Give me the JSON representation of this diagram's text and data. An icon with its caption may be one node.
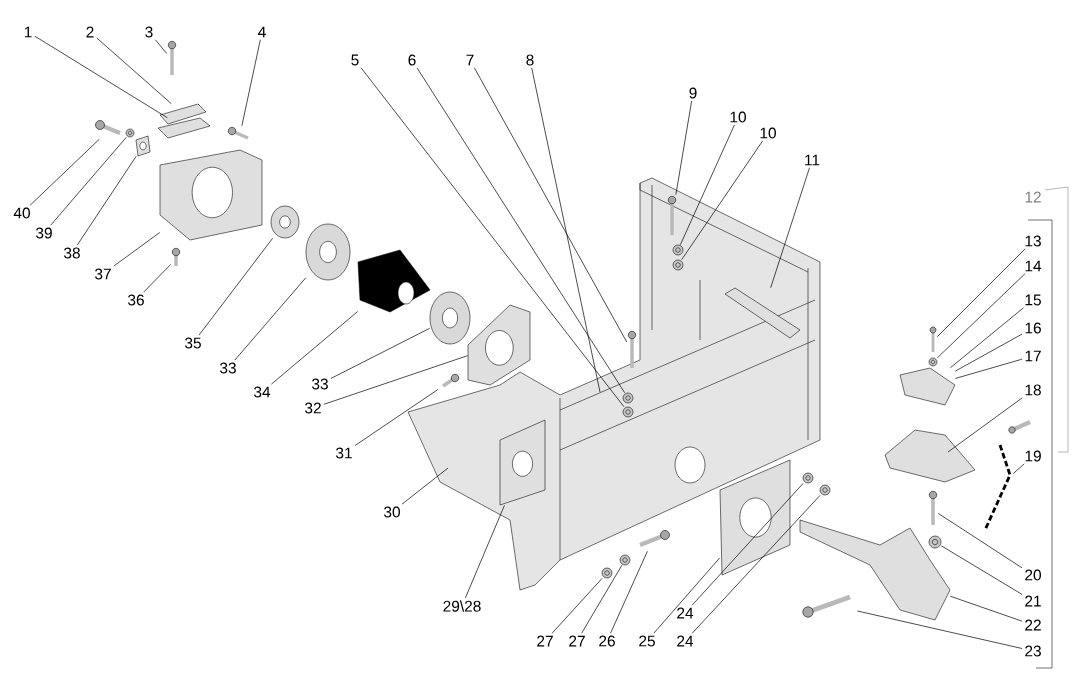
{
  "diagram": {
    "nodes": [
      {
        "text": [
          "1"
        ]
      },
      {
        "text": [
          "2"
        ]
      },
      {
        "text": [
          "3"
        ]
      },
      {
        "text": [
          "4"
        ]
      },
      {
        "text": [
          "5"
        ]
      },
      {
        "text": [
          "6"
        ]
      },
      {
        "text": [
          "7"
        ]
      },
      {
        "text": [
          "8"
        ]
      },
      {
        "text": [
          "9"
        ]
      },
      {
        "text": [
          "10"
        ]
      },
      {
        "text": [
          "10"
        ]
      },
      {
        "text": [
          "11"
        ]
      },
      {
        "text": [
          "13"
        ]
      },
      {
        "text": [
          "14"
        ]
      },
      {
        "text": [
          "15"
        ]
      },
      {
        "text": [
          "16"
        ]
      },
      {
        "text": [
          "17"
        ]
      },
      {
        "text": [
          "18"
        ]
      },
      {
        "text": [
          "19"
        ]
      },
      {
        "text": [
          "20"
        ]
      },
      {
        "text": [
          "21"
        ]
      },
      {
        "text": [
          "22"
        ]
      },
      {
        "text": [
          "23"
        ]
      },
      {
        "text": [
          "24"
        ]
      },
      {
        "text": [
          "24"
        ]
      },
      {
        "text": [
          "25"
        ]
      },
      {
        "text": [
          "26"
        ]
      },
      {
        "text": [
          "27"
        ]
      },
      {
        "text": [
          "27"
        ]
      },
      {
        "text": [
          "29\\28"
        ]
      },
      {
        "text": [
          "30"
        ]
      },
      {
        "text": [
          "31"
        ]
      },
      {
        "text": [
          "32"
        ]
      },
      {
        "text": [
          "33"
        ]
      },
      {
        "text": [
          "34"
        ]
      },
      {
        "text": [
          "33"
        ]
      },
      {
        "text": [
          "35"
        ]
      },
      {
        "text": [
          "36"
        ]
      },
      {
        "text": [
          "37"
        ]
      },
      {
        "text": [
          "38"
        ]
      },
      {
        "text": [
          "39"
        ]
      },
      {
        "text": [
          "40"
        ]
      },
      {
        "text": [],
        "shape": "picture"
      },
      {
        "text": [],
        "shape": "picture"
      },
      {
        "text": [],
        "shape": "picture"
      },
      {
        "text": [],
        "shape": "picture"
      },
      {
        "text": [],
        "shape": "picture",
        "in": 49
      },
      {
        "text": [],
        "shape": "picture",
        "in": 49
      },
      {
        "text": [],
        "shape": "picture",
        "in": 49
      },
      {
        "text": [],
        "shape": "picture"
      },
      {
        "text": [],
        "shape": "picture",
        "in": 49
      },
      {
        "text": [],
        "shape": "picture",
        "in": 49
      },
      {
        "text": [],
        "shape": "picture",
        "in": 49
      },
      {
        "text": [],
        "shape": "picture",
        "in": 49
      },
      {
        "text": [],
        "shape": "picture"
      },
      {
        "text": [],
        "shape": "picture"
      },
      {
        "text": [],
        "shape": "picture"
      },
      {
        "text": [],
        "shape": "picture"
      },
      {
        "text": [],
        "shape": "picture"
      },
      {
        "text": [],
        "shape": "picture"
      },
      {
        "text": [],
        "shape": "picture"
      },
      {
        "text": [],
        "shape": "picture"
      },
      {
        "text": [],
        "shape": "picture"
      },
      {
        "text": [],
        "shape": "picture",
        "in": 49
      },
      {
        "text": [],
        "shape": "picture"
      },
      {
        "text": [],
        "shape": "picture",
        "in": 49
      },
      {
        "text": [],
        "shape": "picture",
        "in": 49
      },
      {
        "text": [],
        "shape": "picture",
        "in": 49
      },
      {
        "text": [],
        "shape": "picture",
        "in": 49
      },
      {
        "text": [],
        "shape": "picture",
        "in": 49
      },
      {
        "text": [],
        "shape": "picture",
        "in": 49
      },
      {
        "text": [],
        "shape": "picture",
        "in": 49
      },
      {
        "text": [],
        "shape": "picture",
        "in": 49
      },
      {
        "text": [],
        "shape": "picture"
      },
      {
        "text": [],
        "shape": "picture"
      },
      {
        "text": [],
        "shape": "picture"
      },
      {
        "text": [],
        "shape": "picture"
      },
      {
        "text": [],
        "shape": "picture"
      },
      {
        "text": [],
        "shape": "picture"
      },
      {
        "text": [],
        "shape": "picture"
      },
      {
        "text": [],
        "shape": "picture"
      }
    ],
    "edges": [
      {
        "from": 0,
        "to": 42,
        "arrow": "none"
      },
      {
        "from": 1,
        "to": 43,
        "arrow": "none"
      },
      {
        "from": 2,
        "to": 44,
        "arrow": "none"
      },
      {
        "from": 3,
        "to": 45,
        "arrow": "none"
      },
      {
        "from": 4,
        "to": 46,
        "arrow": "none"
      },
      {
        "from": 5,
        "to": 47,
        "arrow": "none"
      },
      {
        "from": 6,
        "to": 48,
        "arrow": "none"
      },
      {
        "from": 7,
        "to": 49,
        "arrow": "none"
      },
      {
        "from": 8,
        "to": 50,
        "arrow": "none"
      },
      {
        "from": 9,
        "to": 51,
        "arrow": "none"
      },
      {
        "from": 10,
        "to": 52,
        "arrow": "none"
      },
      {
        "from": 11,
        "to": 53,
        "arrow": "none"
      },
      {
        "from": 12,
        "to": 54,
        "arrow": "none"
      },
      {
        "from": 13,
        "to": 55,
        "arrow": "none"
      },
      {
        "from": 14,
        "to": 56,
        "arrow": "none"
      },
      {
        "from": 15,
        "to": 56,
        "arrow": "none"
      },
      {
        "from": 16,
        "to": 56,
        "arrow": "none"
      },
      {
        "from": 17,
        "to": 57,
        "arrow": "none"
      },
      {
        "from": 18,
        "to": 58,
        "arrow": "none"
      },
      {
        "from": 19,
        "to": 59,
        "arrow": "none"
      },
      {
        "from": 20,
        "to": 60,
        "arrow": "none"
      },
      {
        "from": 21,
        "to": 61,
        "arrow": "none"
      },
      {
        "from": 22,
        "to": 62,
        "arrow": "none"
      },
      {
        "from": 23,
        "to": 63,
        "arrow": "none"
      },
      {
        "from": 24,
        "to": 64,
        "arrow": "none"
      },
      {
        "from": 25,
        "to": 65,
        "arrow": "none"
      },
      {
        "from": 26,
        "to": 66,
        "arrow": "none"
      },
      {
        "from": 27,
        "to": 67,
        "arrow": "none"
      },
      {
        "from": 28,
        "to": 68,
        "arrow": "none"
      },
      {
        "from": 29,
        "to": 69,
        "arrow": "none"
      },
      {
        "from": 30,
        "to": 49,
        "arrow": "none"
      },
      {
        "from": 31,
        "to": 70,
        "arrow": "none"
      },
      {
        "from": 32,
        "to": 71,
        "arrow": "none"
      },
      {
        "from": 33,
        "to": 72,
        "arrow": "none"
      },
      {
        "from": 34,
        "to": 73,
        "arrow": "none"
      },
      {
        "from": 35,
        "to": 74,
        "arrow": "none"
      },
      {
        "from": 36,
        "to": 75,
        "arrow": "none"
      },
      {
        "from": 37,
        "to": 76,
        "arrow": "none"
      },
      {
        "from": 38,
        "to": 77,
        "arrow": "none"
      },
      {
        "from": 39,
        "to": 78,
        "arrow": "none"
      },
      {
        "from": 40,
        "to": 79,
        "arrow": "none"
      },
      {
        "from": 41,
        "to": 80,
        "arrow": "none"
      }
    ],
    "labels": [
      "12"
    ]
  }
}
